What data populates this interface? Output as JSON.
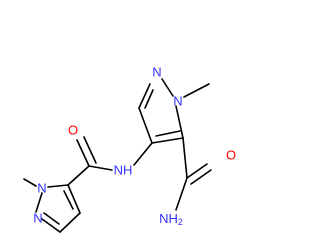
{
  "molecule": {
    "atoms": {
      "n_ring_left_top": {
        "symbol": "N",
        "color": "#3333ff"
      },
      "n_ring_left_methyl": {
        "symbol": "N",
        "color": "#3333ff"
      },
      "o_amide_left": {
        "symbol": "O",
        "color": "#ff0000"
      },
      "nh_amide": {
        "symbol": "NH",
        "color": "#3333ff"
      },
      "n_ring_right_top": {
        "symbol": "N",
        "color": "#3333ff"
      },
      "n_ring_right_methyl": {
        "symbol": "N",
        "color": "#3333ff"
      },
      "o_amide_right": {
        "symbol": "O",
        "color": "#ff0000"
      },
      "nh2_amide": {
        "symbol": "NH",
        "subscript": "2",
        "color": "#3333ff"
      }
    }
  }
}
